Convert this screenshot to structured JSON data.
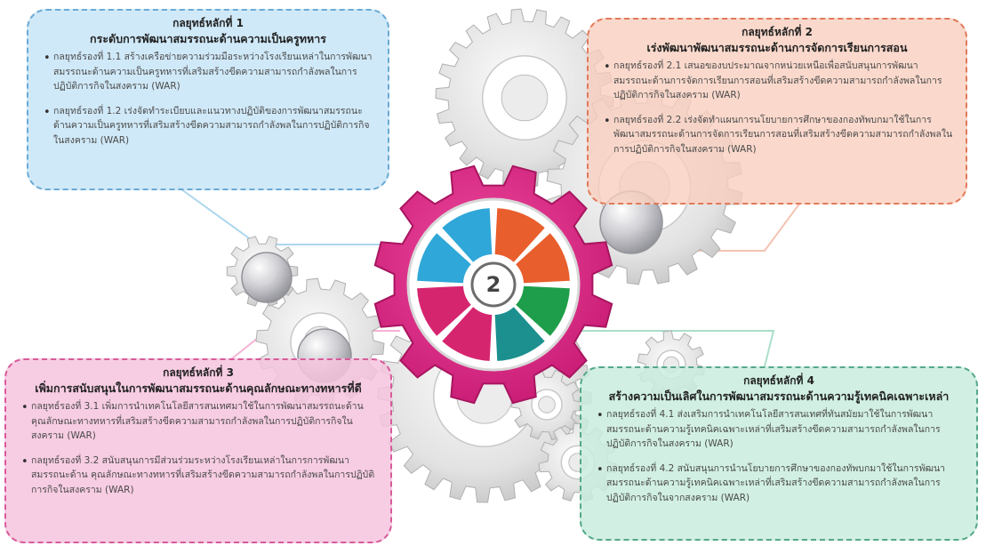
{
  "center_number": "2",
  "colors": {
    "main_gear": "#e3288a",
    "wheel_segments": [
      "#2fa7d8",
      "#2fa7d8",
      "#e85e2c",
      "#e85e2c",
      "#1e9e4a",
      "#1c8f8f",
      "#d6256f",
      "#d6256f"
    ]
  },
  "boxes": [
    {
      "title1": "กลยุทธ์หลักที่ 1",
      "title2": "กระดับการพัฒนาสมรรถนะด้านความเป็นครูทหาร",
      "items": [
        "กลยุทธ์รองที่ 1.1 สร้างเครือข่ายความร่วมมือระหว่างโรงเรียนเหล่าในการพัฒนาสมรรถนะด้านความเป็นครูทหารที่เสริมสร้างขีดความสามารถกำลังพลในการปฏิบัติการกิจในสงคราม (WAR)",
        "กลยุทธ์รองที่ 1.2 เร่งจัดทำระเบียบและแนวทางปฏิบัติของการพัฒนาสมรรถนะด้านความเป็นครูทหารที่เสริมสร้างขีดความสามารถกำลังพลในการปฏิบัติการกิจในสงคราม (WAR)"
      ]
    },
    {
      "title1": "กลยุทธ์หลักที่ 2",
      "title2": "เร่งพัฒนาพัฒนาสมรรถนะด้านการจัดการเรียนการสอน",
      "items": [
        "กลยุทธ์รองที่ 2.1 เสนอของบประมาณจากหน่วยเหนือเพื่อสนับสนุนการพัฒนาสมรรถนะด้านการจัดการเรียนการสอนที่เสริมสร้างขีดความสามารถกำลังพลในการปฏิบัติการกิจในสงคราม (WAR)",
        "กลยุทธ์รองที่ 2.2 เร่งจัดทำแผนการนโยบายการศึกษาของกองทัพบกมาใช้ในการพัฒนาสมรรถนะด้านการจัดการเรียนการสอนที่เสริมสร้างขีดความสามารถกำลังพลในการปฏิบัติการกิจในสงคราม (WAR)"
      ]
    },
    {
      "title1": "กลยุทธ์หลักที่ 3",
      "title2": "เพิ่มการสนับสนุนในการพัฒนาสมรรถนะด้านคุณลักษณะทางทหารที่ดี",
      "items": [
        "กลยุทธ์รองที่ 3.1 เพิ่มการนำเทคโนโลยีสารสนเทศมาใช้ในการพัฒนาสมรรถนะด้านคุณลักษณะทางทหารที่เสริมสร้างขีดความสามารถกำลังพลในการปฏิบัติการกิจในสงคราม (WAR)",
        "กลยุทธ์รองที่ 3.2 สนับสนุนการมีส่วนร่วมระหว่างโรงเรียนเหล่าในการการพัฒนาสมรรถนะด้าน คุณลักษณะทางทหารที่เสริมสร้างขีดความสามารถกำลังพลในการปฏิบัติการกิจในสงคราม (WAR)"
      ]
    },
    {
      "title1": "กลยุทธ์หลักที่ 4",
      "title2": "สร้างความเป็นเลิศในการพัฒนาสมรรถนะด้านความรู้เทคนิคเฉพาะเหล่า",
      "items": [
        "กลยุทธ์รองที่ 4.1 ส่งเสริมการนำเทคโนโลยีสารสนเทศที่ทันสมัยมาใช้ในการพัฒนาสมรรถนะด้านความรู้เทคนิคเฉพาะเหล่าที่เสริมสร้างขีดความสามารถกำลังพลในการปฏิบัติการกิจในสงคราม (WAR)",
        "กลยุทธ์รองที่ 4.2 สนับสนุนการนำนโยบายการศึกษาของกองทัพบกมาใช้ในการพัฒนาสมรรถนะด้านความรู้เทคนิคเฉพาะเหล่าที่เสริมสร้างขีดความสามารถกำลังพลในการปฏิบัติการกิจในจากสงคราม (WAR)"
      ]
    }
  ]
}
